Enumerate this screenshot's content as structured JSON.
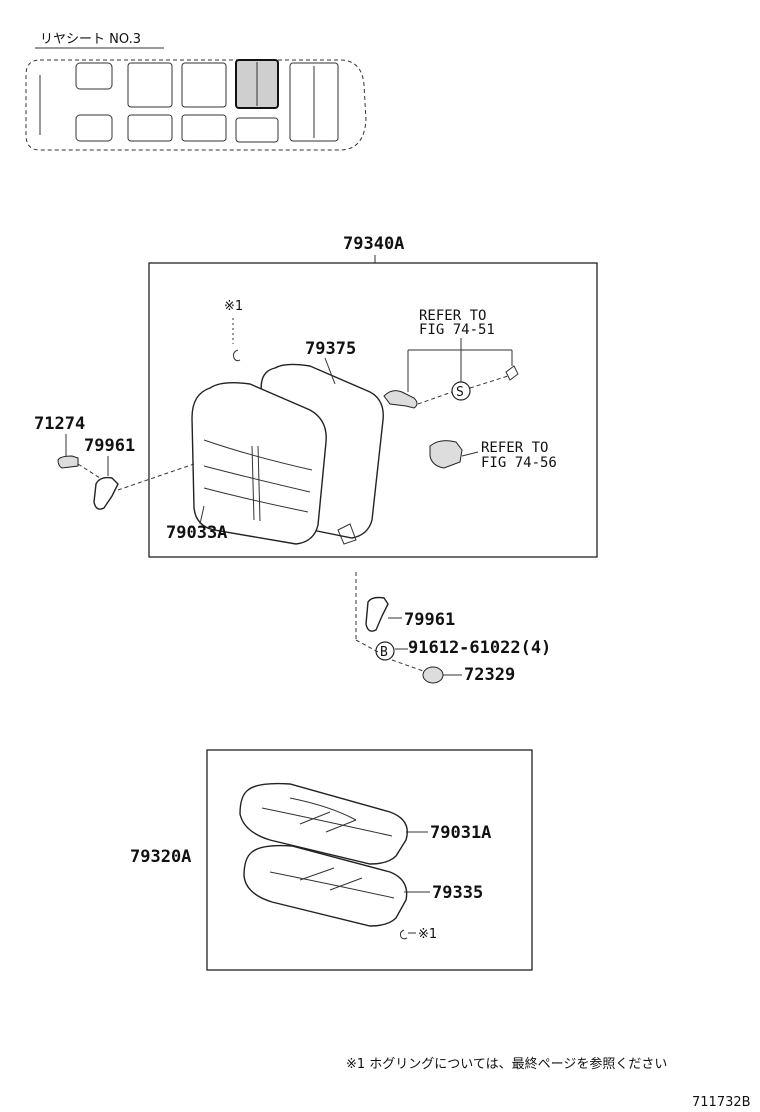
{
  "header": {
    "section_title": "リヤシート NO.3"
  },
  "parts": {
    "seatback_assy": "79340A",
    "seatback_cover": "79033A",
    "seatback_pad": "79375",
    "headrest_support": "71274",
    "cover_left_upper": "79961",
    "cover_left_lower": "79961",
    "bolt": "91612-61022(4)",
    "cap": "72329",
    "cushion_assy": "79320A",
    "cushion_cover": "79031A",
    "cushion_pad": "79335"
  },
  "references": {
    "hinge_ref_line1": "REFER TO",
    "hinge_ref_line2": "FIG 74-51",
    "latch_ref_line1": "REFER TO",
    "latch_ref_line2": "FIG 74-56"
  },
  "markers": {
    "note_mark_back": "※1",
    "note_mark_cushion": "※1",
    "s_circle": "S",
    "b_circle": "B"
  },
  "footer": {
    "note": "※1 ホグリングについては、最終ページを参照ください",
    "code": "711732B"
  }
}
